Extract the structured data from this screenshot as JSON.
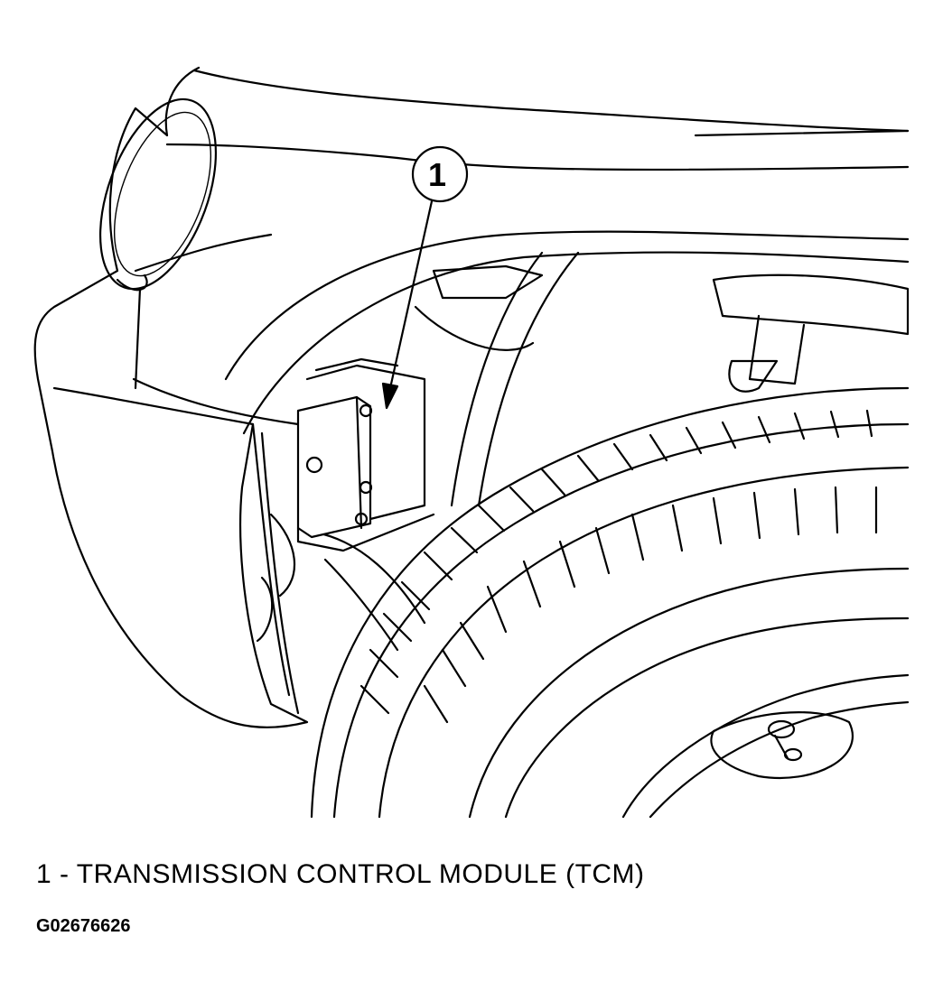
{
  "callout": {
    "number": "1"
  },
  "legend": {
    "text": "1 - TRANSMISSION CONTROL MODULE (TCM)"
  },
  "figure_id": "G02676626"
}
